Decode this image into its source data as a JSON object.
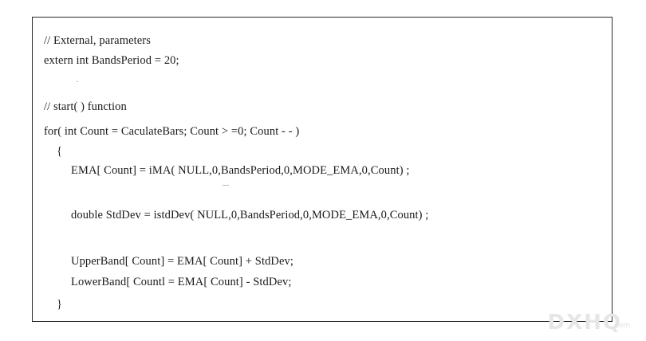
{
  "code": {
    "lines": [
      "// External, parameters",
      "extern int BandsPeriod = 20;",
      "// start( ) function",
      "for( int Count = CaculateBars; Count > =0; Count - - )",
      "{",
      "EMA[ Count] = iMA( NULL,0,BandsPeriod,0,MODE_EMA,0,Count) ;",
      "double StdDev = istdDev( NULL,0,BandsPeriod,0,MODE_EMA,0,Count) ;",
      "UpperBand[ Count] = EMA[ Count] + StdDev;",
      "LowerBand[ Countl = EMA[ Count] - StdDev;",
      "}"
    ]
  },
  "watermark": {
    "text": "DXHQ",
    "suffix": ".com"
  }
}
